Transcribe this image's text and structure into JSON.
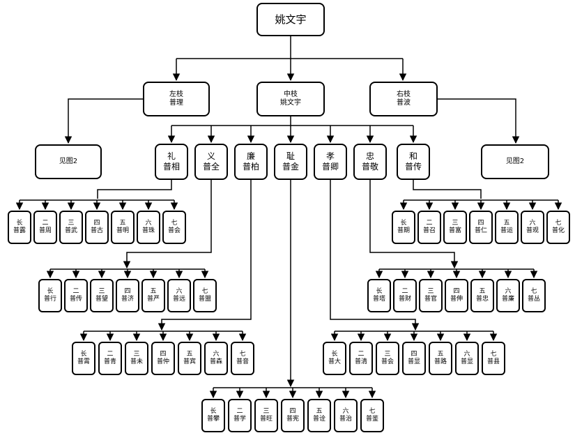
{
  "root": "姚文宇",
  "branches": {
    "left": [
      "左枝",
      "普理"
    ],
    "center": [
      "中枝",
      "姚文宇"
    ],
    "right": [
      "右枝",
      "普波"
    ]
  },
  "refs": {
    "left": "见图2",
    "right": "见图2"
  },
  "mid": [
    [
      "礼",
      "普相"
    ],
    [
      "义",
      "普全"
    ],
    [
      "廉",
      "普柏"
    ],
    [
      "耻",
      "普金"
    ],
    [
      "孝",
      "普卿"
    ],
    [
      "忠",
      "普敬"
    ],
    [
      "和",
      "普传"
    ]
  ],
  "groups": {
    "li": [
      [
        "长",
        "普露"
      ],
      [
        "二",
        "普周"
      ],
      [
        "三",
        "普武"
      ],
      [
        "四",
        "普古"
      ],
      [
        "五",
        "普明"
      ],
      [
        "六",
        "普珠"
      ],
      [
        "七",
        "普会"
      ]
    ],
    "he": [
      [
        "长",
        "普期"
      ],
      [
        "二",
        "普召"
      ],
      [
        "三",
        "普富"
      ],
      [
        "四",
        "普仁"
      ],
      [
        "五",
        "普运"
      ],
      [
        "六",
        "普观"
      ],
      [
        "七",
        "普化"
      ]
    ],
    "yi": [
      [
        "长",
        "普行"
      ],
      [
        "二",
        "普传"
      ],
      [
        "三",
        "普望"
      ],
      [
        "四",
        "普济"
      ],
      [
        "五",
        "普严"
      ],
      [
        "六",
        "普远"
      ],
      [
        "七",
        "普盟"
      ]
    ],
    "zhong": [
      [
        "长",
        "普塔"
      ],
      [
        "二",
        "普财"
      ],
      [
        "三",
        "普官"
      ],
      [
        "四",
        "普伸"
      ],
      [
        "五",
        "普忠"
      ],
      [
        "六",
        "普廉"
      ],
      [
        "七",
        "普丛"
      ]
    ],
    "lian": [
      [
        "长",
        "普霄"
      ],
      [
        "二",
        "普青"
      ],
      [
        "三",
        "普未"
      ],
      [
        "四",
        "普仲"
      ],
      [
        "五",
        "普宾"
      ],
      [
        "六",
        "普森"
      ],
      [
        "七",
        "普音"
      ]
    ],
    "xiao": [
      [
        "长",
        "普大"
      ],
      [
        "二",
        "普清"
      ],
      [
        "三",
        "普会"
      ],
      [
        "四",
        "普显"
      ],
      [
        "五",
        "普路"
      ],
      [
        "六",
        "普显"
      ],
      [
        "七",
        "普县"
      ]
    ],
    "chi": [
      [
        "长",
        "普攀"
      ],
      [
        "二",
        "普学"
      ],
      [
        "三",
        "普旺"
      ],
      [
        "四",
        "普宪"
      ],
      [
        "五",
        "普诠"
      ],
      [
        "六",
        "普治"
      ],
      [
        "七",
        "普鉴"
      ]
    ]
  }
}
